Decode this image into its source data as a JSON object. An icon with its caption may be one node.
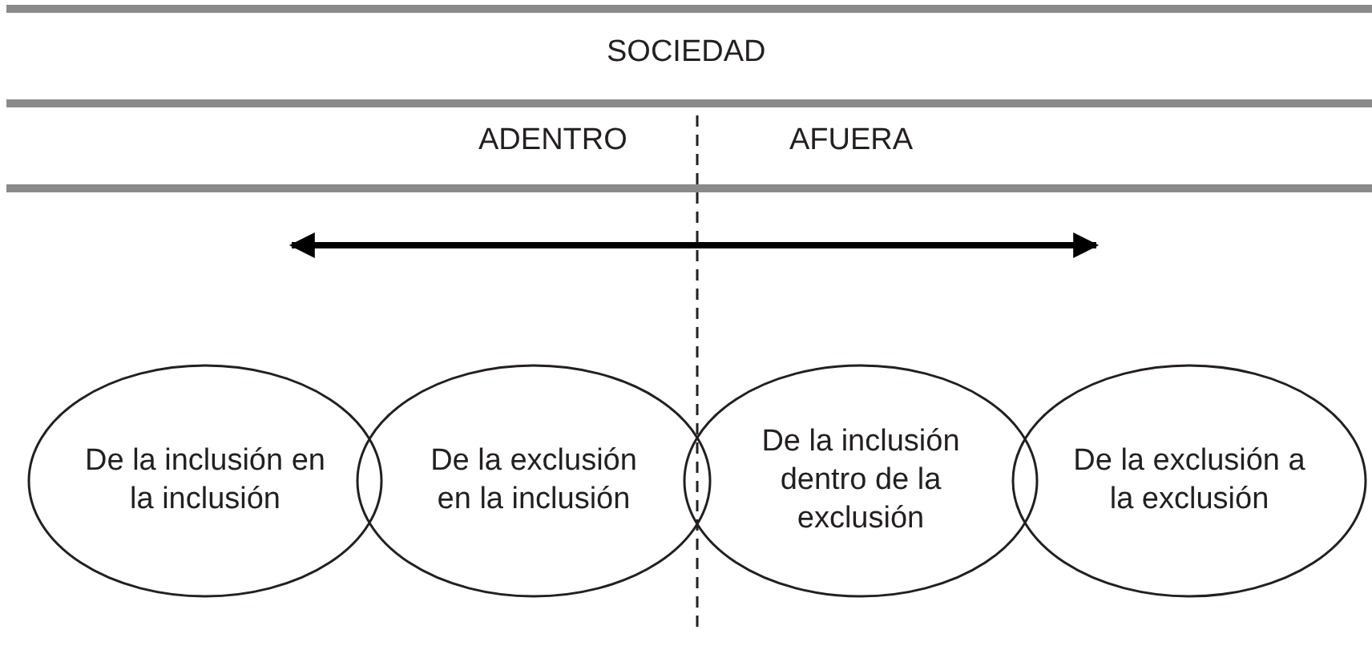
{
  "diagram": {
    "nodes": [
      {
        "text": [
          "De la inclusión en la inclusión"
        ]
      },
      {
        "text": [
          "De la exclusión en la inclusión"
        ]
      },
      {
        "text": [
          "De la inclusión dentro de la exclusión"
        ]
      },
      {
        "text": [
          "De la exclusión a la exclusión"
        ]
      }
    ],
    "labels": [
      "SOCIEDAD",
      "ADENTRO",
      "AFUERA"
    ]
  }
}
